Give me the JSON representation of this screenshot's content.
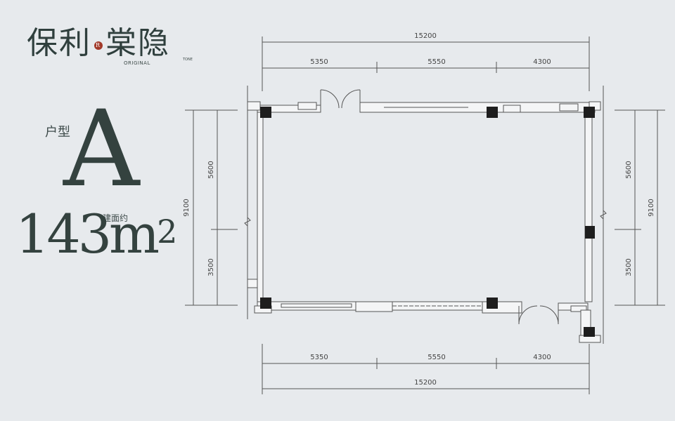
{
  "brand": {
    "name": "保利",
    "mark": "R",
    "project": "棠隐",
    "sub_en": "ORIGINAL",
    "sub_en2": "TONE"
  },
  "unit": {
    "type_label": "户型",
    "type_letter": "A",
    "area_label": "建面约",
    "area_value": "143m",
    "area_unit_sup": "2"
  },
  "dimensions": {
    "top_total": "15200",
    "top_segments": [
      "5350",
      "5550",
      "4300"
    ],
    "bottom_total": "15200",
    "bottom_segments": [
      "5350",
      "5550",
      "4300"
    ],
    "left_total": "9100",
    "left_segments": [
      "5600",
      "3500"
    ],
    "right_total": "9100",
    "right_segments": [
      "5600",
      "3500"
    ]
  }
}
